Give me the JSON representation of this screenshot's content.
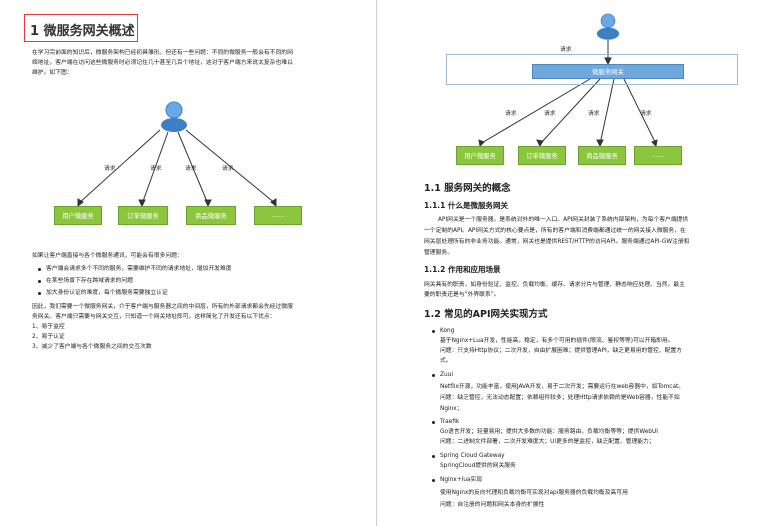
{
  "left": {
    "title": "1 微服务网关概述",
    "intro_1": "在学习完前面的知识后，微服务架构已经初具雏形。但还有一些问题：不同的微服务一般会有不同的网",
    "intro_2": "络地址，客户端在访问这些微服务时必须记住几十甚至几百个地址，这对于客户端方来说太复杂也难以",
    "intro_3": "维护。如下图：",
    "diagram": {
      "request_label": "请求",
      "services": [
        "用户微服务",
        "订单微服务",
        "商品微服务",
        "……"
      ]
    },
    "problems_intro": "如果让客户端直接与各个微服务通讯，可能会有很多问题：",
    "problems": [
      "客户端会请求多个不同的服务，需要维护不同的请求地址，增加开发难度",
      "在某些场景下存在跨域请求的问题",
      "加大身份认证的难度，每个微服务需要独立认证"
    ],
    "solution_1": "因此，我们需要一个微服务网关，介于客户端与服务器之间的中间层，所有的外部请求都会先经过微服",
    "solution_2": "务网关。客户端只需要与网关交互，只知道一个网关地址即可，这样简化了开发还有以下优点：",
    "advantages": [
      "1、易于监控",
      "2、易于认证",
      "3、减少了客户端与各个微服务之间的交互次数"
    ]
  },
  "right": {
    "diagram": {
      "top_request_label": "请求",
      "gateway_label": "微服务网关",
      "request_label": "请求",
      "services": [
        "用户微服务",
        "订单微服务",
        "商品微服务",
        "……"
      ]
    },
    "h_1_1": "1.1 服务网关的概念",
    "h_1_1_1": "1.1.1 什么是微服务网关",
    "p_1_1_1": [
      "API网关是一个服务器，是系统对外的唯一入口。API网关封装了系统内部架构，为每个客户端提供",
      "一个定制的API。API网关方式的核心要点是，所有的客户端和消费端都通过统一的网关接入微服务，在",
      "网关层处理所有的非业务功能。通常，网关也是提供REST/HTTP的访问API。服务端通过API-GW注册和",
      "管理服务。"
    ],
    "h_1_1_2": "1.1.2 作用和应用场景",
    "p_1_1_2": [
      "网关具有的职责，如身份验证、监控、负载均衡、缓存、请求分片与管理、静态响应处理。当然，最主",
      "要的职责还是与“外界联系”。"
    ],
    "h_1_2": "1.2 常见的API网关实现方式",
    "impls": [
      {
        "name": "Kong",
        "lines": [
          "基于Nginx+Lua开发，性能高，稳定，有多个可用的插件(限流、鉴权等等)可以开箱即用。",
          "问题：只支持Http协议；二次开发，自由扩展困难；提供管理API，缺乏更易用的管控、配置方",
          "式。"
        ]
      },
      {
        "name": "Zuul",
        "lines": [
          "Netflix开源，功能丰富，使用JAVA开发，易于二次开发；需要运行在web容器中，如Tomcat。",
          "问题：缺乏管控，无法动态配置；依赖组件较多；处理Http请求依赖的是Web容器，性能不如",
          "Nginx；"
        ]
      },
      {
        "name": "Traefik",
        "lines": [
          "Go语言开发；轻量易用；提供大多数的功能：服务路由，负载均衡等等；提供WebUI",
          "问题：二进制文件部署，二次开发难度大；UI更多的是监控，缺乏配置、管理能力；"
        ]
      },
      {
        "name": "Spring Cloud Gateway",
        "lines": [
          "SpringCloud提供的网关服务"
        ]
      },
      {
        "name": "Nginx+lua实现",
        "lines": [
          "使用Nginx的反向代理和负载均衡可实现对api服务器的负载均衡及高可用",
          "问题：自注册的问题和网关本身的扩展性"
        ]
      }
    ]
  },
  "colors": {
    "service_green": "#8cc63f",
    "gateway_blue": "#6fa8dc",
    "title_box_red": "#e23a3a"
  }
}
